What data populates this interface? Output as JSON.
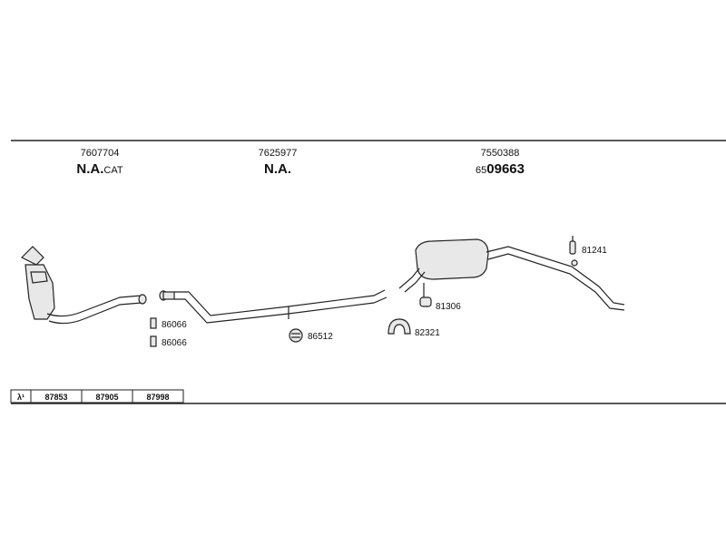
{
  "columns": [
    {
      "number": "7607704",
      "label_main": "N.A.",
      "label_suffix": "CAT"
    },
    {
      "number": "7625977",
      "label_main": "N.A.",
      "label_suffix": ""
    },
    {
      "number": "7550388",
      "label_prefix": "65",
      "label_main": "09663"
    }
  ],
  "parts": {
    "gasket_a": "86066",
    "gasket_b": "86066",
    "clamp_mid": "86512",
    "mount_81306": "81306",
    "clamp_82321": "82321",
    "hanger_81241": "81241"
  },
  "table": {
    "symbol": "λ¹",
    "cells": [
      "87853",
      "87905",
      "87998"
    ]
  }
}
